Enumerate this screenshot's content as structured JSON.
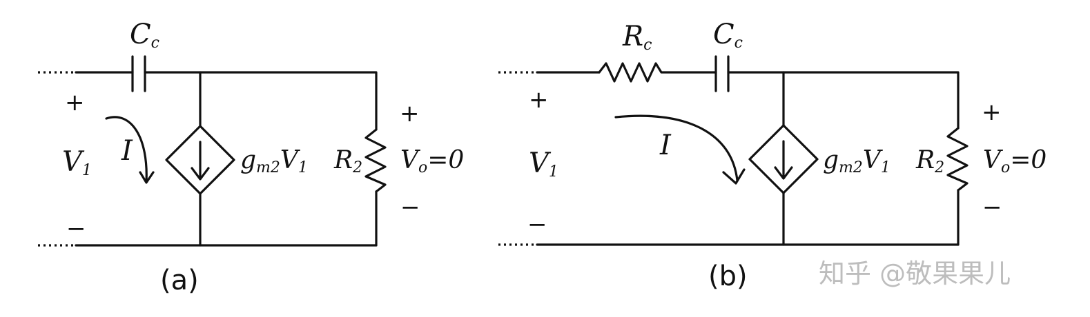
{
  "circuit_a": {
    "caption": "(a)",
    "cap_label": "C",
    "cap_sub": "c",
    "plus_in": "+",
    "minus_in": "−",
    "vin_label": "V",
    "vin_sub": "1",
    "current_label": "I",
    "source_label": "g",
    "source_sub": "m2",
    "source_tail": "V",
    "source_tail_sub": "1",
    "res_label": "R",
    "res_sub": "2",
    "plus_out": "+",
    "minus_out": "−",
    "vout_label": "V",
    "vout_sub": "o",
    "vout_tail": "=0"
  },
  "circuit_b": {
    "caption": "(b)",
    "rc_label": "R",
    "rc_sub": "c",
    "cap_label": "C",
    "cap_sub": "c",
    "plus_in": "+",
    "minus_in": "−",
    "vin_label": "V",
    "vin_sub": "1",
    "current_label": "I",
    "source_label": "g",
    "source_sub": "m2",
    "source_tail": "V",
    "source_tail_sub": "1",
    "res_label": "R",
    "res_sub": "2",
    "plus_out": "+",
    "minus_out": "−",
    "vout_label": "V",
    "vout_sub": "o",
    "vout_tail": "=0"
  },
  "watermark": "知乎 @敬果果儿"
}
